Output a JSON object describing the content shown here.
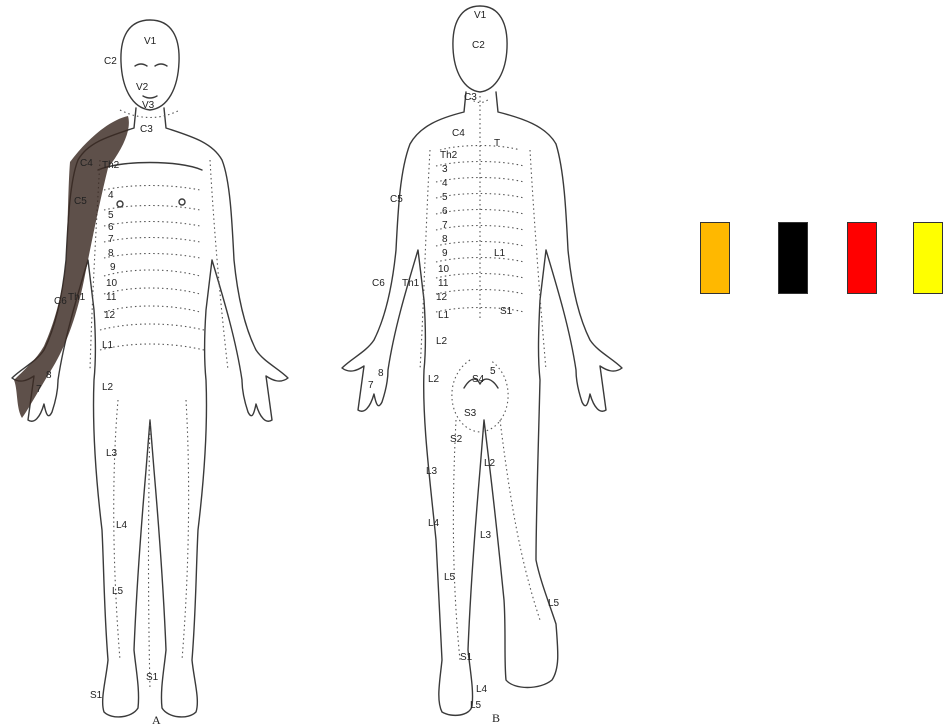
{
  "colors": {
    "outline": "#3a3a3a",
    "dermatome_line": "#555555",
    "pain_shading": "#3a2a22",
    "swatches": [
      "#FFB800",
      "#000000",
      "#FF0000",
      "#FFFF00"
    ]
  },
  "anterior": {
    "caption": "A",
    "labels": {
      "v1": "V1",
      "v2": "V2",
      "v3": "V3",
      "c2": "C2",
      "c3": "C3",
      "c4": "C4",
      "c5": "C5",
      "c6": "C6",
      "th1": "Th1",
      "th2": "Th2",
      "t4": "4",
      "t5": "5",
      "t6": "6",
      "t7": "7",
      "t8": "8",
      "t9": "9",
      "t10": "10",
      "t11": "11",
      "t12": "12",
      "c7": "7",
      "c8": "8",
      "l1": "L1",
      "l2": "L2",
      "l3": "L3",
      "l4": "L4",
      "l5": "L5",
      "s1a": "S1",
      "s1b": "S1"
    }
  },
  "posterior": {
    "caption": "B",
    "labels": {
      "v1": "V1",
      "c2": "C2",
      "c3": "C3",
      "c4": "C4",
      "c5": "C5",
      "c6": "C6",
      "th1": "Th1",
      "th2": "Th2",
      "t": "T",
      "t3": "3",
      "t4": "4",
      "t5": "5",
      "t6": "6",
      "t7": "7",
      "t8": "8",
      "t9": "9",
      "t10": "10",
      "t11": "11",
      "t12": "12",
      "c7": "7",
      "c8": "8",
      "l1": "L1",
      "l1b": "L1",
      "l2": "L2",
      "l2b": "L2",
      "l2c": "L2",
      "l3": "L3",
      "l3b": "L3",
      "l4": "L4",
      "l4b": "L4",
      "l5": "L5",
      "l5b": "L5",
      "l5c": "L5",
      "s1": "S1",
      "s1b": "S1",
      "s2": "S2",
      "s3": "S3",
      "s4": "S4",
      "s5": "5"
    }
  }
}
